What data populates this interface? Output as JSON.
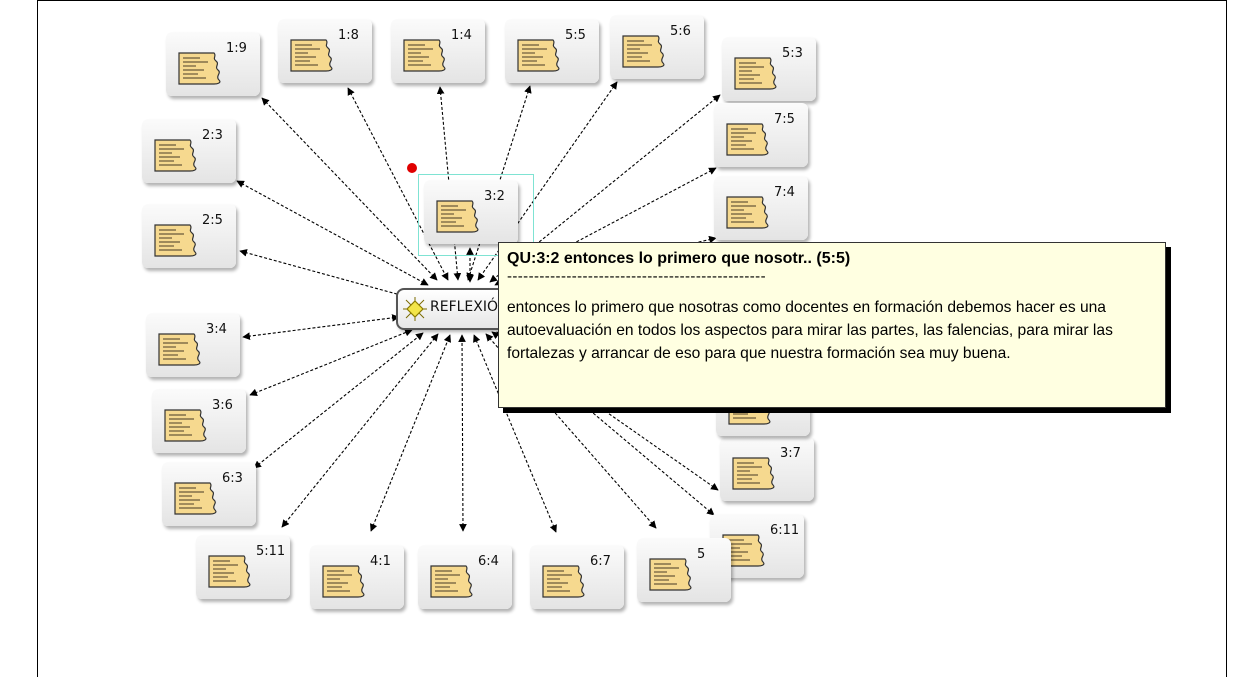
{
  "center": {
    "label": "REFLEXIÓN",
    "icon": "code-diamond-icon"
  },
  "nodes": [
    {
      "id": "1:9",
      "label": "1:9"
    },
    {
      "id": "1:8",
      "label": "1:8"
    },
    {
      "id": "1:4",
      "label": "1:4"
    },
    {
      "id": "5:5",
      "label": "5:5"
    },
    {
      "id": "5:6",
      "label": "5:6"
    },
    {
      "id": "5:3",
      "label": "5:3"
    },
    {
      "id": "2:3",
      "label": "2:3"
    },
    {
      "id": "7:5",
      "label": "7:5"
    },
    {
      "id": "7:4",
      "label": "7:4"
    },
    {
      "id": "3:2",
      "label": "3:2"
    },
    {
      "id": "2:5",
      "label": "2:5"
    },
    {
      "id": "3:4",
      "label": "3:4"
    },
    {
      "id": "3:6",
      "label": "3:6"
    },
    {
      "id": "6:3",
      "label": "6:3"
    },
    {
      "id": "3:7",
      "label": "3:7"
    },
    {
      "id": "6:11",
      "label": "6:11"
    },
    {
      "id": "5:11",
      "label": "5:11"
    },
    {
      "id": "4:1",
      "label": "4:1"
    },
    {
      "id": "6:4",
      "label": "6:4"
    },
    {
      "id": "6:7",
      "label": "6:7"
    },
    {
      "id": "5x",
      "label": "5"
    },
    {
      "id": "hidden-r1",
      "label": ""
    },
    {
      "id": "hidden-r2",
      "label": ""
    }
  ],
  "tooltip": {
    "title": "QU:3:2 entonces lo primero que nosotr.. (5:5)",
    "separator": "------------------------------------------------",
    "body": "entonces lo primero que nosotras como docentes en formación debemos hacer es una autoevaluación en todos los aspectos para mirar las partes, las falencias,  para mirar las fortalezas y arrancar de eso para que nuestra formación sea muy buena."
  },
  "colors": {
    "node_bg": "#ececec",
    "doc_fill": "#f6d98f",
    "edge": "#000000",
    "selection": "#7fe3d3",
    "tooltip_bg": "#ffffe1",
    "selection_dot": "#e00000"
  }
}
